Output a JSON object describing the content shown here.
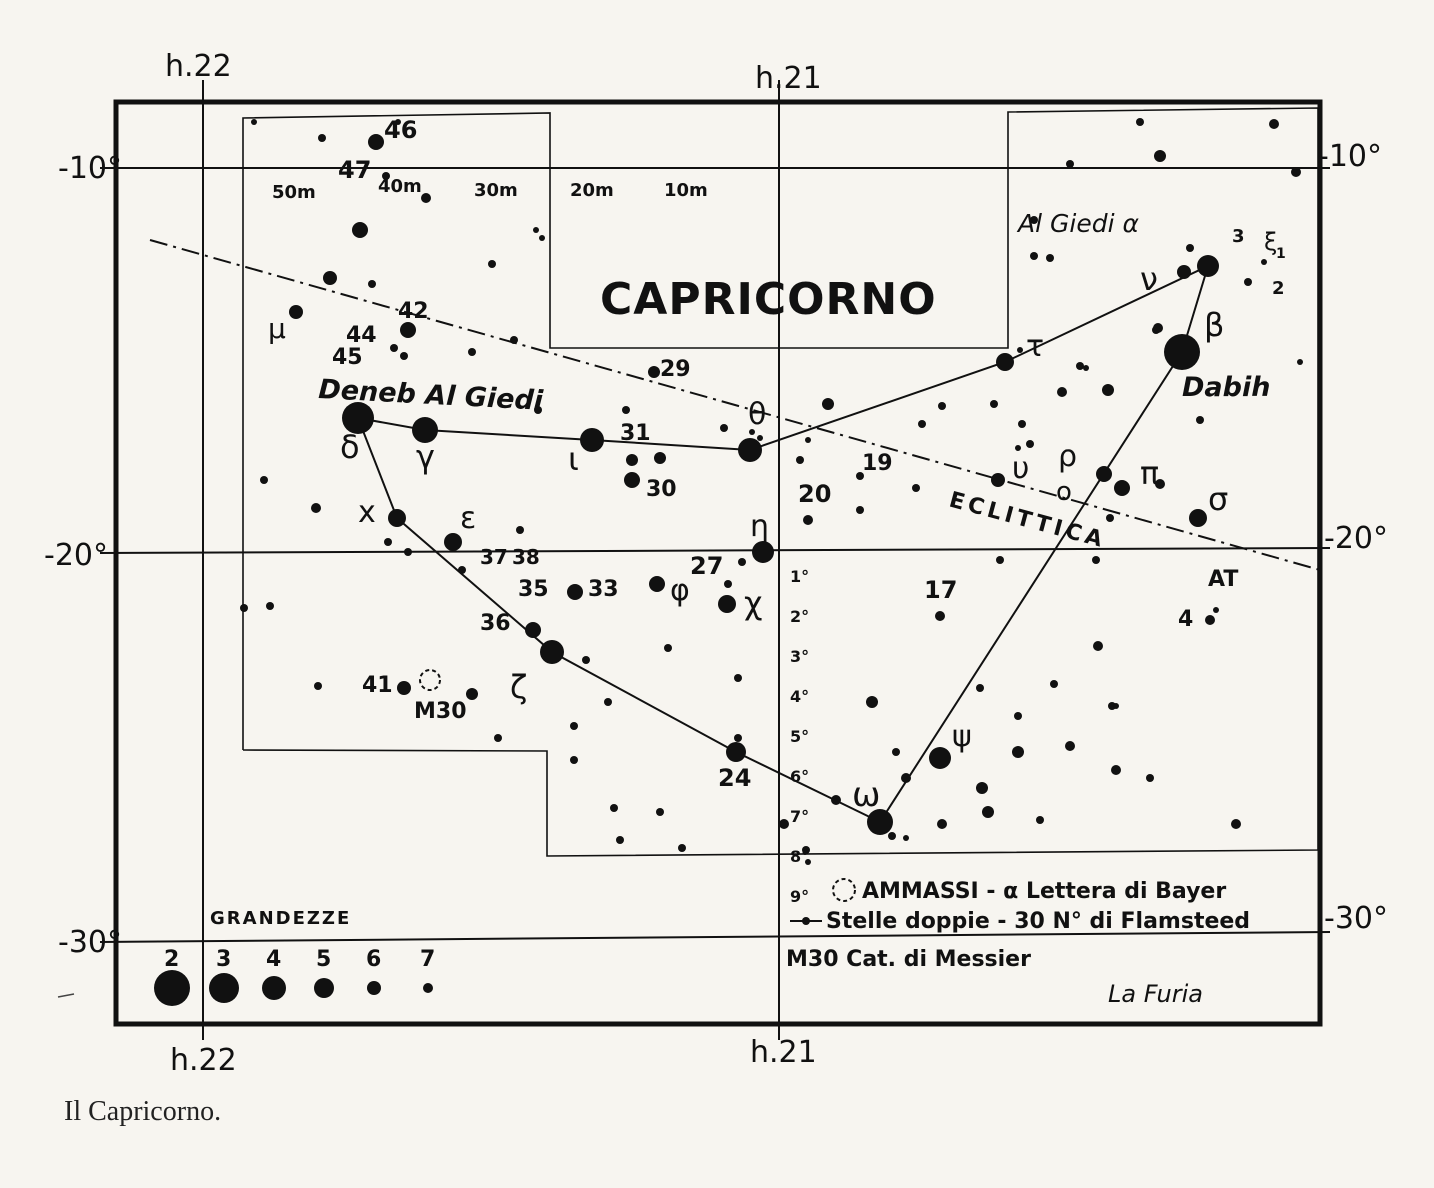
{
  "title": "CAPRICORNO",
  "caption": "Il Capricorno.",
  "ra_labels": {
    "h22_top": "h.22",
    "h21_top": "h.21",
    "h22_bottom": "h.22",
    "h21_bottom": "h.21"
  },
  "dec_labels": {
    "m10_left": "-10°",
    "m10_right": "-10°",
    "m20_left": "-20°",
    "m20_right": "-20°",
    "m30_left": "-30°",
    "m30_right": "-30°"
  },
  "minute_labels": [
    "50m",
    "40m",
    "30m",
    "20m",
    "10m"
  ],
  "ecliptic_label": "ECLITTICA",
  "star_names": {
    "deneb": "Deneb Al Giedi",
    "dabih": "Dabih",
    "algiedi": "Al Giedi α"
  },
  "greek": {
    "delta": "δ",
    "gamma": "γ",
    "iota": "ι",
    "theta": "θ",
    "eta": "η",
    "chi_small": "x",
    "epsilon": "ε",
    "zeta": "ζ",
    "phi": "φ",
    "chi": "χ",
    "omega": "ω",
    "psi": "ψ",
    "upsilon": "υ",
    "rho": "ρ",
    "omicron": "o",
    "pi": "π",
    "sigma": "σ",
    "nu": "ν",
    "beta": "β",
    "tau": "τ",
    "mu": "μ",
    "xi": "ξ"
  },
  "flamsteed": [
    "46",
    "47",
    "42",
    "44",
    "45",
    "29",
    "31",
    "30",
    "20",
    "19",
    "27",
    "37",
    "38",
    "35",
    "33",
    "36",
    "41",
    "24",
    "17",
    "4",
    "3",
    "1",
    "2"
  ],
  "cluster_label": "M30",
  "legend": {
    "magnitudes_title": "GRANDEZZE",
    "magnitudes": [
      "2",
      "3",
      "4",
      "5",
      "6",
      "7"
    ],
    "line1": "AMMASSI - α Lettera di Bayer",
    "line2": "Stelle doppie - 30 N° di Flamsteed",
    "line3": "M30 Cat. di Messier",
    "signature": "La Furia"
  },
  "dec_ticks": [
    "1°",
    "2°",
    "3°",
    "4°",
    "5°",
    "6°",
    "7°",
    "8°",
    "9°"
  ],
  "extra_label": "AT"
}
